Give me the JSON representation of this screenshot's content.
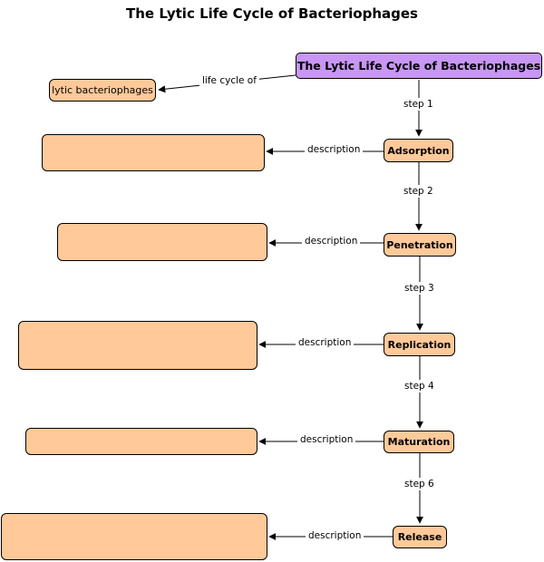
{
  "title": "The Lytic Life Cycle of Bacteriophages",
  "root_node": "The Lytic Life Cycle of Bacteriophages",
  "lytic_node": "lytic bacteriophages",
  "edge_labels": {
    "life_cycle_of": "life cycle of",
    "description": "description",
    "step1": "step 1",
    "step2": "step 2",
    "step3": "step 3",
    "step4": "step 4",
    "step6": "step 6"
  },
  "stages": [
    {
      "name": "Adsorption",
      "description": ""
    },
    {
      "name": "Penetration",
      "description": ""
    },
    {
      "name": "Replication",
      "description": ""
    },
    {
      "name": "Maturation",
      "description": ""
    },
    {
      "name": "Release",
      "description": ""
    }
  ],
  "colors": {
    "root_fill": "#c896f5",
    "node_fill": "#ffc999",
    "border": "#000000"
  }
}
